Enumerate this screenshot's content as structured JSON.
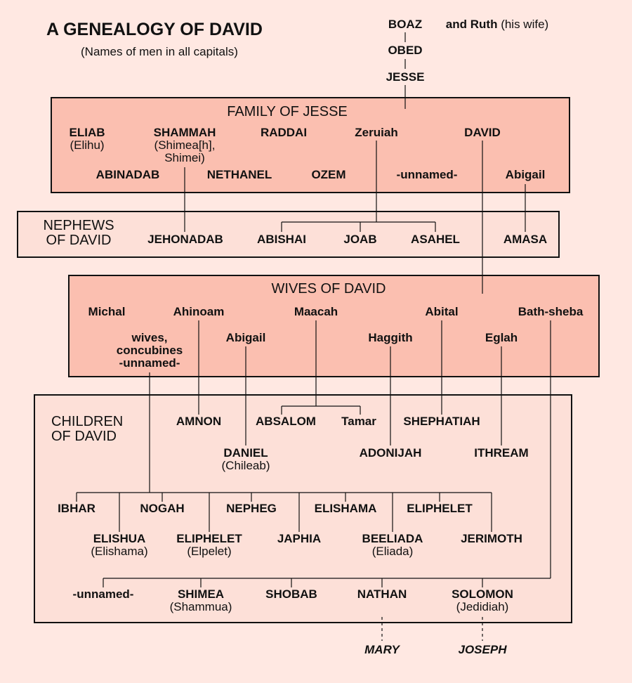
{
  "title": "A GENEALOGY OF DAVID",
  "subtitle": "(Names of men in all capitals)",
  "ancestors": {
    "boaz": "BOAZ",
    "ruth": "and Ruth",
    "ruth_note": "(his wife)",
    "obed": "OBED",
    "jesse": "JESSE"
  },
  "family": {
    "heading": "FAMILY OF JESSE",
    "eliab": "ELIAB",
    "eliab_alt": "(Elihu)",
    "shammah": "SHAMMAH",
    "shammah_alt1": "(Shimea[h],",
    "shammah_alt2": "Shimei)",
    "raddai": "RADDAI",
    "zeruiah": "Zeruiah",
    "david": "DAVID",
    "abinadab": "ABINADAB",
    "nethanel": "NETHANEL",
    "ozem": "OZEM",
    "unnamed": "-unnamed-",
    "abigail": "Abigail"
  },
  "nephews": {
    "heading1": "NEPHEWS",
    "heading2": "OF DAVID",
    "jehonadab": "JEHONADAB",
    "abishai": "ABISHAI",
    "joab": "JOAB",
    "asahel": "ASAHEL",
    "amasa": "AMASA"
  },
  "wives": {
    "heading": "WIVES OF DAVID",
    "michal": "Michal",
    "ahinoam": "Ahinoam",
    "maacah": "Maacah",
    "abital": "Abital",
    "bathsheba": "Bath-sheba",
    "others1": "wives,",
    "others2": "concubines",
    "others3": "-unnamed-",
    "abigail": "Abigail",
    "haggith": "Haggith",
    "eglah": "Eglah"
  },
  "children": {
    "heading1": "CHILDREN",
    "heading2": "OF DAVID",
    "amnon": "AMNON",
    "absalom": "ABSALOM",
    "tamar": "Tamar",
    "shephatiah": "SHEPHATIAH",
    "daniel": "DANIEL",
    "daniel_alt": "(Chileab)",
    "adonijah": "ADONIJAH",
    "ithream": "ITHREAM",
    "ibhar": "IBHAR",
    "nogah": "NOGAH",
    "nepheg": "NEPHEG",
    "elishama": "ELISHAMA",
    "eliphelet": "ELIPHELET",
    "elishua": "ELISHUA",
    "elishua_alt": "(Elishama)",
    "eliphelet2": "ELIPHELET",
    "eliphelet2_alt": "(Elpelet)",
    "japhia": "JAPHIA",
    "beeliada": "BEELIADA",
    "beeliada_alt": "(Eliada)",
    "jerimoth": "JERIMOTH",
    "unnamed": "-unnamed-",
    "shimea": "SHIMEA",
    "shimea_alt": "(Shammua)",
    "shobab": "SHOBAB",
    "nathan": "NATHAN",
    "solomon": "SOLOMON",
    "solomon_alt": "(Jedidiah)"
  },
  "descendants": {
    "mary": "MARY",
    "joseph": "JOSEPH"
  },
  "colors": {
    "background": "#ffe8e2",
    "dark_box": "#fbbfb0",
    "light_box": "#fde0d8",
    "ink": "#111111"
  }
}
